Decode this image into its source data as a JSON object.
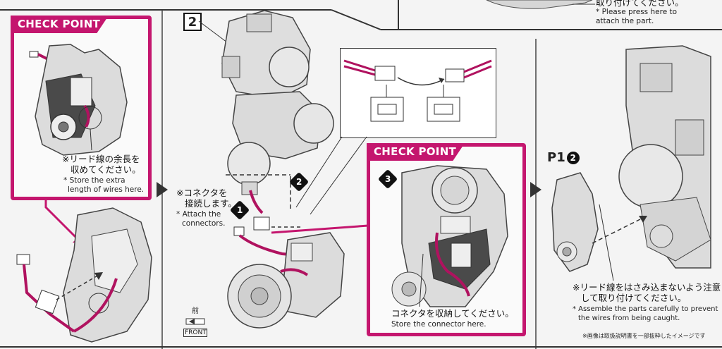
{
  "top_note": {
    "jp": "取り付けてください。",
    "en_line1": "* Please press here to",
    "en_line2": "attach the part."
  },
  "checkpoint_left": {
    "tab": "CHECK POINT",
    "jp_line1": "※リード線の余長を",
    "jp_line2": "収めてください。",
    "en_line1": "* Store the extra",
    "en_line2": "length of wires here."
  },
  "step2": {
    "number": "2",
    "jp_line1": "※コネクタを",
    "jp_line2": "接続します。",
    "en_line1": "* Attach the",
    "en_line2": "connectors.",
    "badge1": "1",
    "badge2": "2",
    "front_jp": "前",
    "front_en": "FRONT"
  },
  "checkpoint_right": {
    "tab": "CHECK POINT",
    "badge": "3",
    "jp": "コネクタを収納してください。",
    "en": "Store the connector here."
  },
  "step_right": {
    "ref": "P1",
    "ref_num": "2",
    "jp_line1": "※リード線をはさみ込まないよう注意",
    "jp_line2": "して取り付けてください。",
    "en_line1": "* Assemble the parts carefully to prevent",
    "en_line2": "the wires from being caught."
  },
  "footer_note": "※画像は取扱説明書を一部抜粋したイメージです",
  "colors": {
    "accent": "#c4166e",
    "ink": "#111111",
    "part_gray": "#d8d8d8"
  }
}
